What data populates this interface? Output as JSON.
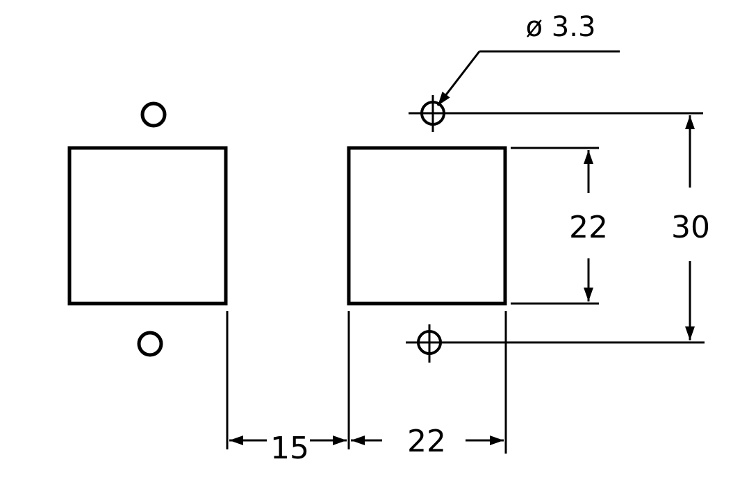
{
  "dimensions": {
    "hole_diameter": "ø 3.3",
    "square_height": "22",
    "hole_spacing": "30",
    "gap_between_squares": "15",
    "square_width": "22"
  },
  "colors": {
    "stroke": "#000000",
    "background": "#ffffff"
  }
}
